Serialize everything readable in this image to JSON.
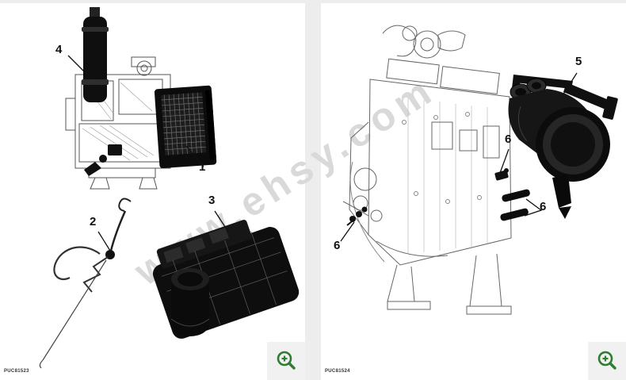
{
  "watermark": {
    "text": "www.ehsy.com",
    "color": "#d9d9d9"
  },
  "colors": {
    "zoom_icon_green": "#2e7d32",
    "button_bg": "#f1f1f1",
    "panel_bg": "#ffffff",
    "page_bg": "#ededed",
    "line_art": "#666666",
    "callout_text": "#111111"
  },
  "icons": {
    "zoom_in": "magnifier-plus-icon"
  },
  "panels": [
    {
      "figure_code": "PUC81523",
      "callouts": [
        {
          "label": "4"
        },
        {
          "label": "1"
        },
        {
          "label": "2"
        },
        {
          "label": "3"
        }
      ]
    },
    {
      "figure_code": "PUC81524",
      "callouts": [
        {
          "label": "5"
        },
        {
          "label": "6"
        },
        {
          "label": "6"
        },
        {
          "label": "6"
        }
      ]
    }
  ]
}
